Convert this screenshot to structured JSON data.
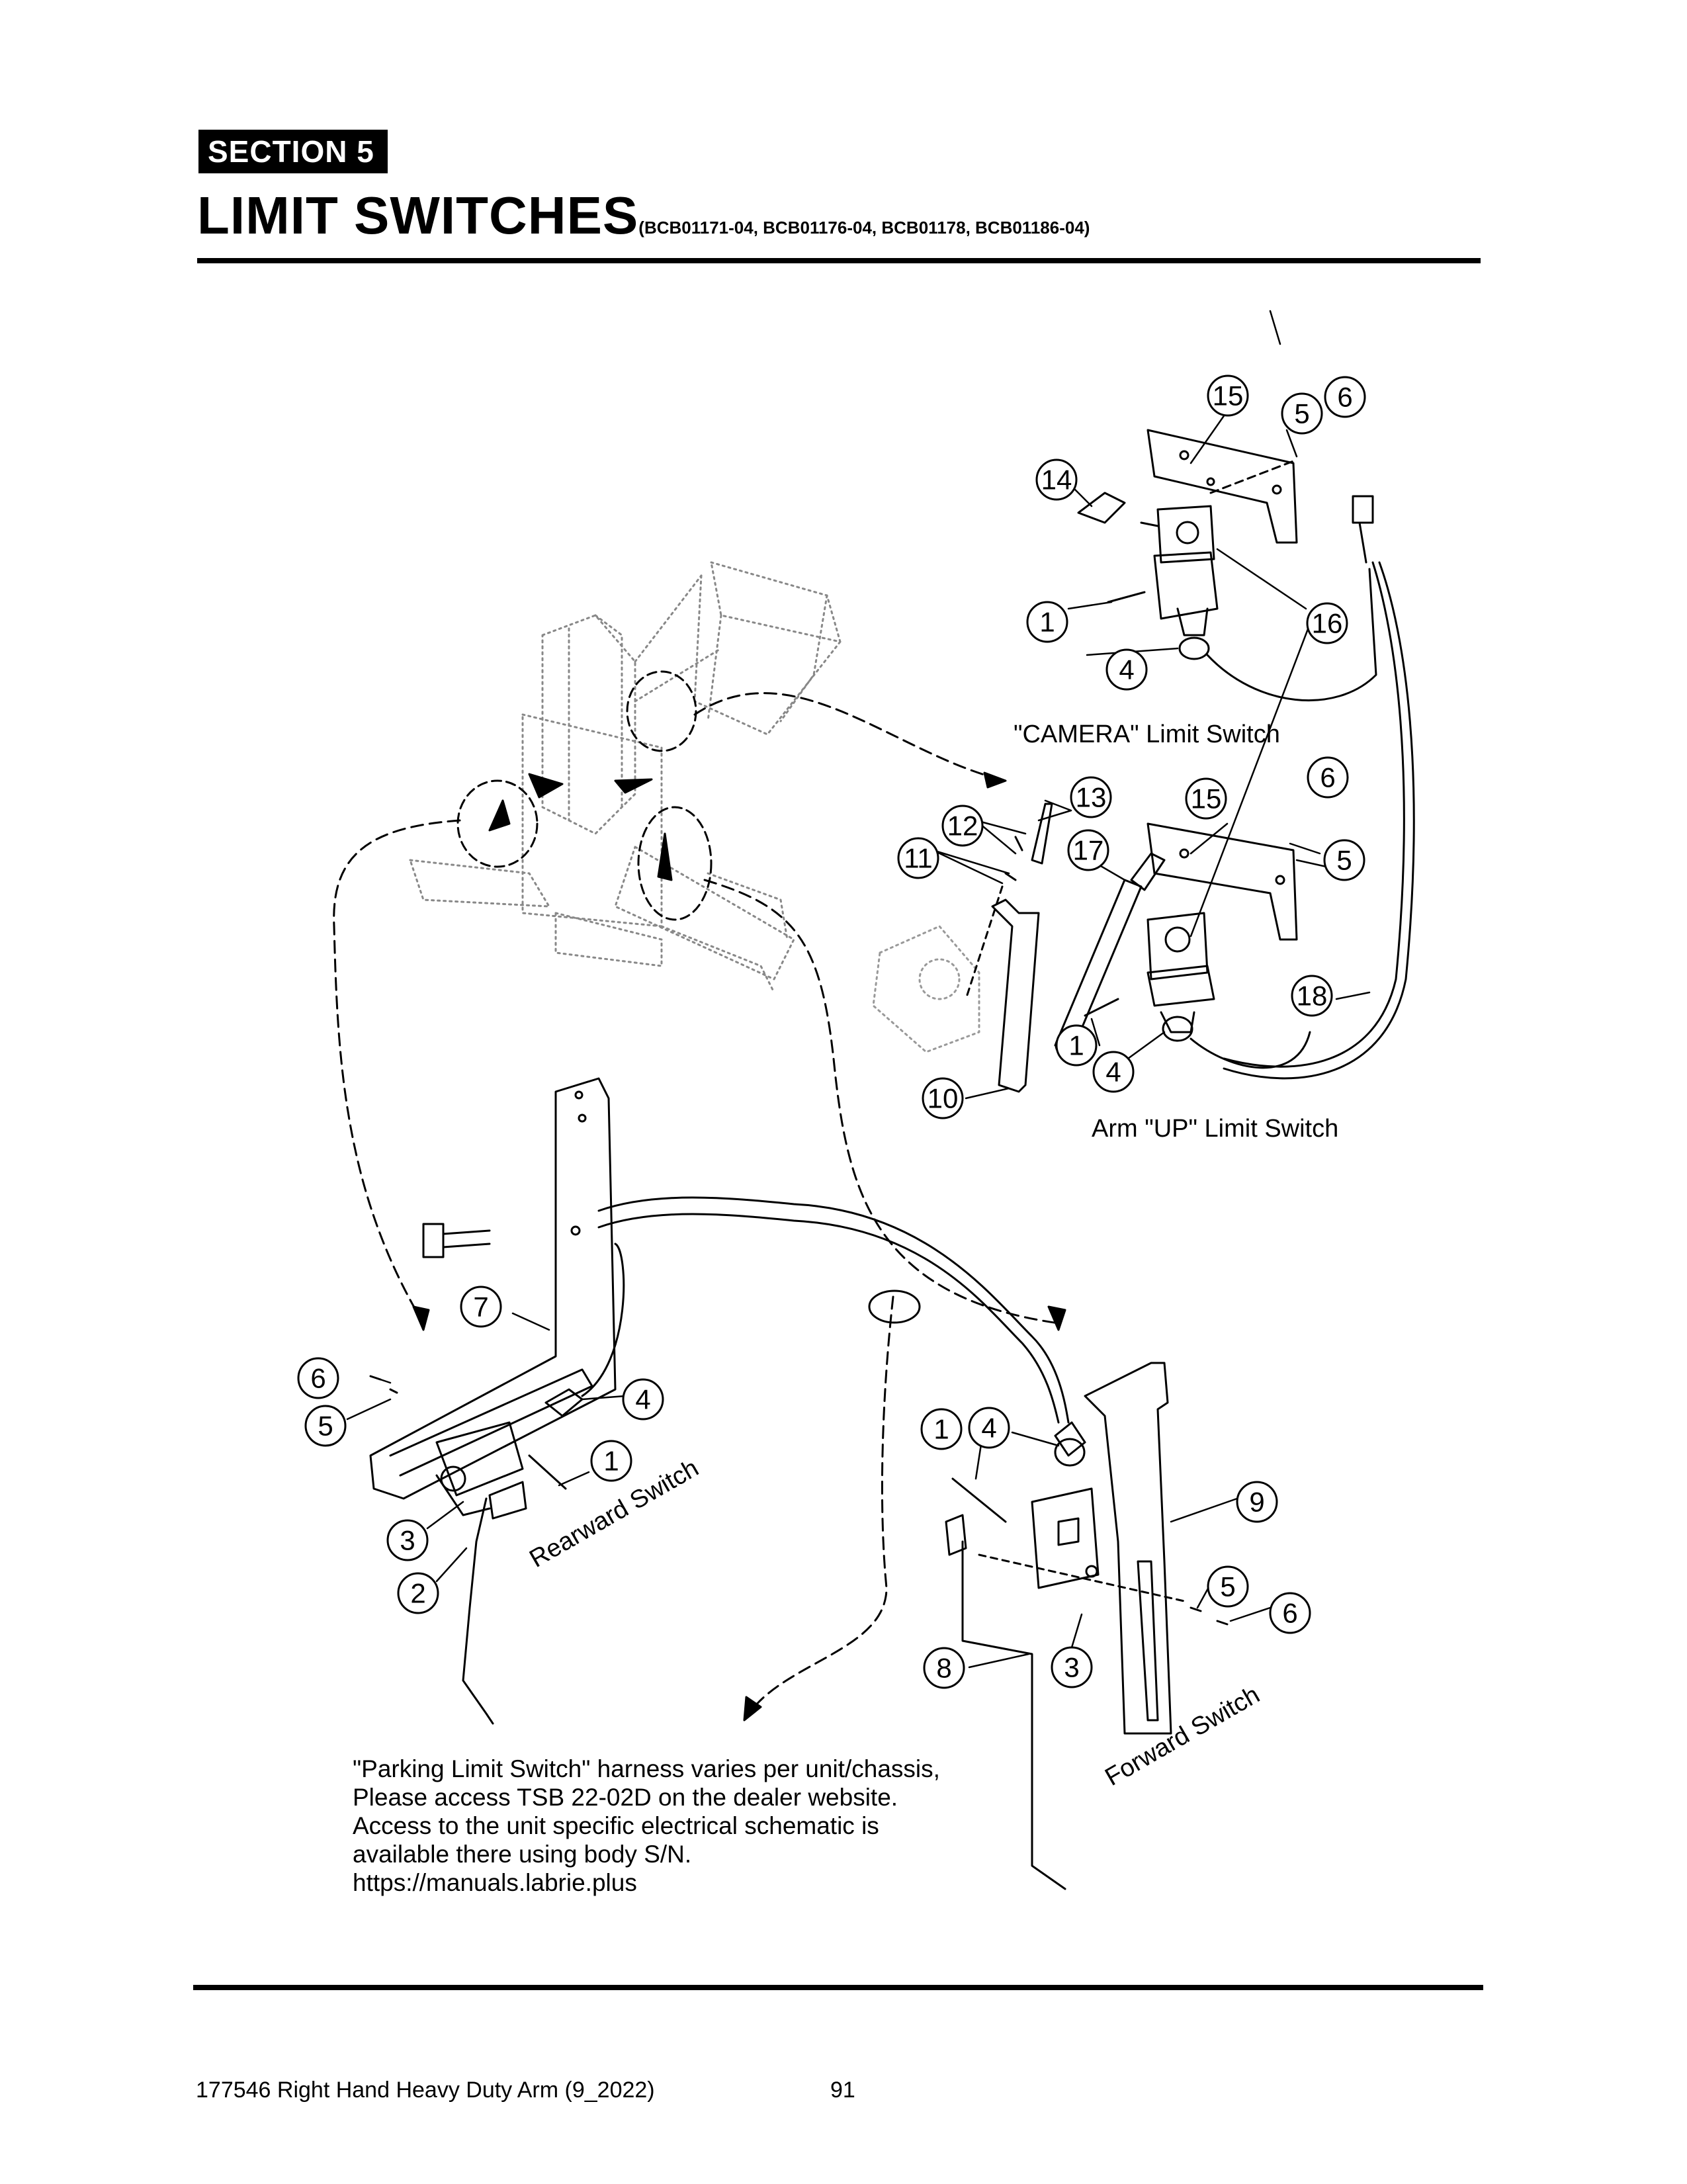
{
  "header": {
    "section_label": "SECTION  5",
    "title": "LIMIT SWITCHES",
    "models": "(BCB01171-04, BCB01176-04, BCB01178, BCB01186-04)"
  },
  "diagram": {
    "labels": {
      "camera_switch": "\"CAMERA\" Limit Switch",
      "arm_up_switch": "Arm \"UP\" Limit Switch",
      "rearward_switch": "Rearward Switch",
      "forward_switch": "Forward Switch"
    },
    "callouts": {
      "c15a": "15",
      "c5a": "5",
      "c6a": "6",
      "c14": "14",
      "c1a": "1",
      "c16": "16",
      "c4a": "4",
      "c13": "13",
      "c12": "12",
      "c15b": "15",
      "c6b": "6",
      "c11": "11",
      "c17": "17",
      "c5b": "5",
      "c18": "18",
      "c1b": "1",
      "c4b": "4",
      "c10": "10",
      "c7": "7",
      "c6c": "6",
      "c5c": "5",
      "c4c": "4",
      "c1c": "1",
      "c3a": "3",
      "c2": "2",
      "c1d": "1",
      "c4d": "4",
      "c9": "9",
      "c5d": "5",
      "c6d": "6",
      "c8": "8",
      "c3b": "3"
    }
  },
  "note": {
    "lines": [
      "\"Parking Limit Switch\" harness varies per unit/chassis,",
      "Please access TSB 22-02D on the dealer website.",
      "Access to the unit specific electrical schematic is",
      "available there using body S/N.",
      "https://manuals.labrie.plus"
    ]
  },
  "footer": {
    "doc": "177546 Right Hand Heavy Duty Arm (9_2022)",
    "page": "91"
  }
}
